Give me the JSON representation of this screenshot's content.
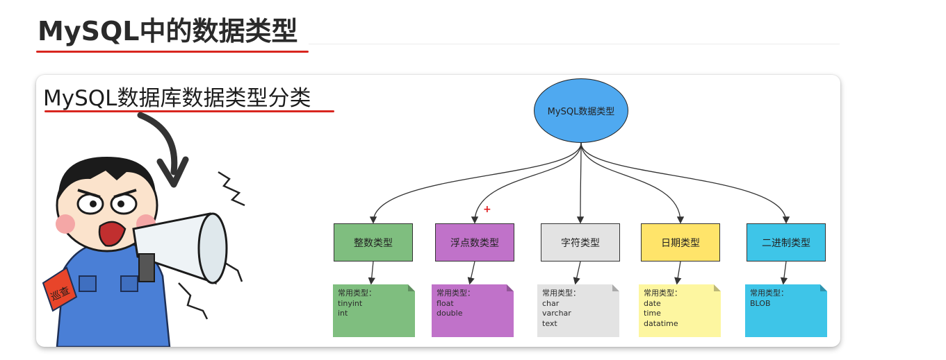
{
  "header": {
    "title": "MySQL中的数据类型"
  },
  "card": {
    "title": "MySQL数据库数据类型分类",
    "badge_text": "巡查"
  },
  "diagram": {
    "root": "MySQL数据类型",
    "categories": [
      {
        "name": "整数类型",
        "color": "#7fbe7f",
        "note_header": "常用类型：",
        "types": [
          "tinyint",
          "int"
        ]
      },
      {
        "name": "浮点数类型",
        "color": "#c072c9",
        "note_header": "常用类型：",
        "types": [
          "float",
          "double"
        ]
      },
      {
        "name": "字符类型",
        "color": "#e3e3e3",
        "note_header": "常用类型：",
        "types": [
          "char",
          "varchar",
          "text"
        ]
      },
      {
        "name": "日期类型",
        "color": "#ffe46a",
        "note_header": "常用类型：",
        "types": [
          "date",
          "time",
          "datatime"
        ]
      },
      {
        "name": "二进制类型",
        "color": "#3ec5e8",
        "note_header": "常用类型：",
        "types": [
          "BLOB"
        ]
      }
    ],
    "note_colors": [
      "#7fbe7f",
      "#c072c9",
      "#e3e3e3",
      "#fdf6a0",
      "#3ec5e8"
    ],
    "root_color": "#4fa9f0"
  },
  "accent_color": "#d8261f"
}
